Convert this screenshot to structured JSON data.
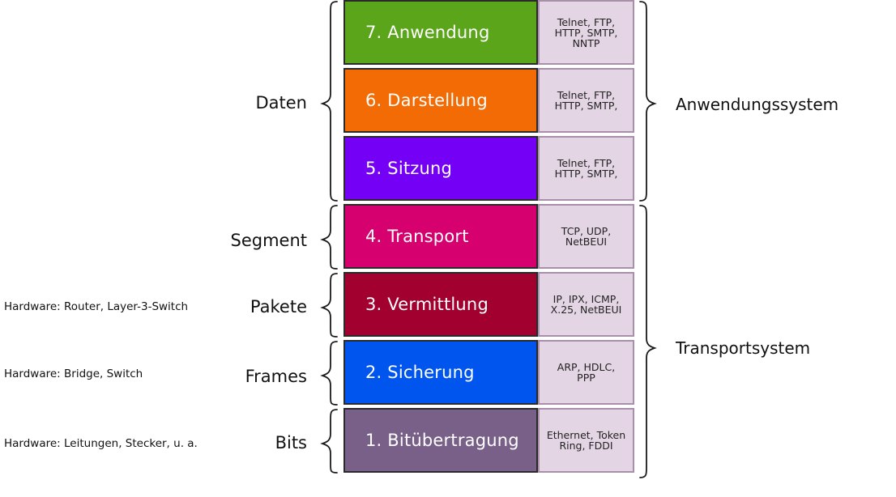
{
  "layers": [
    {
      "label": "7. Anwendung",
      "protocols": "Telnet, FTP,\nHTTP, SMTP,\nNNTP",
      "color": "#5aa51a"
    },
    {
      "label": "6. Darstellung",
      "protocols": "Telnet, FTP,\nHTTP, SMTP,",
      "color": "#f26b05"
    },
    {
      "label": "5. Sitzung",
      "protocols": "Telnet, FTP,\nHTTP, SMTP,",
      "color": "#7400f5"
    },
    {
      "label": "4. Transport",
      "protocols": "TCP, UDP,\nNetBEUI",
      "color": "#d6006f"
    },
    {
      "label": "3. Vermittlung",
      "protocols": "IP, IPX, ICMP,\nX.25, NetBEUI",
      "color": "#a2002e"
    },
    {
      "label": "2. Sicherung",
      "protocols": "ARP, HDLC,\nPPP",
      "color": "#0055ee"
    },
    {
      "label": "1. Bitübertragung",
      "protocols": "Ethernet, Token\nRing, FDDI",
      "color": "#786089"
    }
  ],
  "pdus": {
    "daten": "Daten",
    "segment": "Segment",
    "pakete": "Pakete",
    "frames": "Frames",
    "bits": "Bits"
  },
  "hardware": {
    "router": "Hardware: Router, Layer-3-Switch",
    "bridge": "Hardware: Bridge, Switch",
    "cables": "Hardware: Leitungen, Stecker, u. a."
  },
  "systems": {
    "application": "Anwendungssystem",
    "transport": "Transportsystem"
  },
  "colors": {
    "protocol_bg": "#e4d5e4",
    "protocol_border": "#a98fa9",
    "border": "#2a2a2a"
  }
}
